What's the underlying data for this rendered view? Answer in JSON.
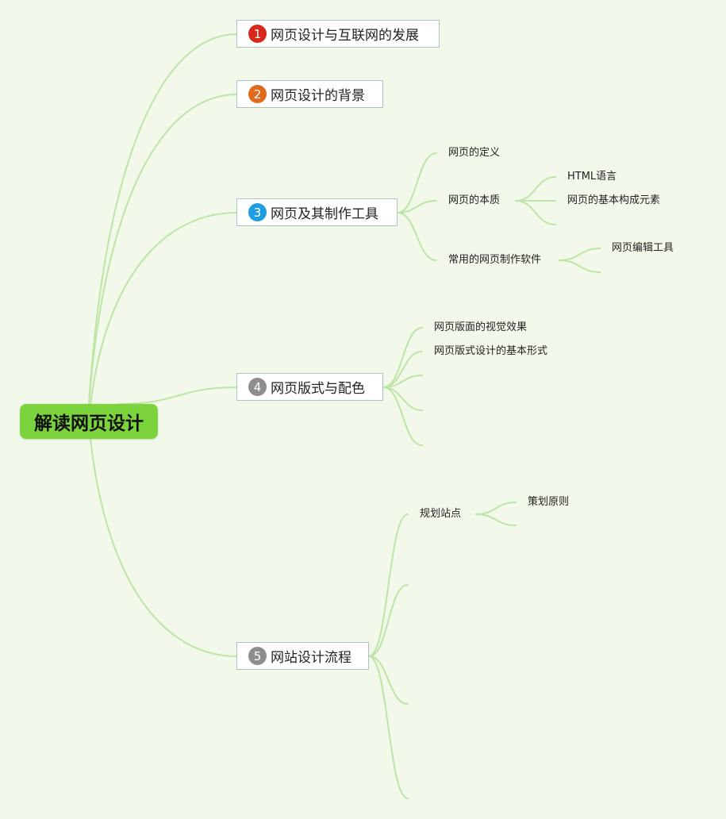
{
  "root": {
    "label": "解读网页设计",
    "color": "#7bd43c"
  },
  "branch_color": "#bde5a6",
  "topics": [
    {
      "num": "1",
      "label": "网页设计与互联网的发展",
      "badge_color": "#d8281b"
    },
    {
      "num": "2",
      "label": "网页设计的背景",
      "badge_color": "#e26a1c"
    },
    {
      "num": "3",
      "label": "网页及其制作工具",
      "badge_color": "#1f9de2"
    },
    {
      "num": "4",
      "label": "网页版式与配色",
      "badge_color": "#8e8e8e"
    },
    {
      "num": "5",
      "label": "网站设计流程",
      "badge_color": "#8e8e8e"
    }
  ],
  "topic3_children": {
    "definition": "网页的定义",
    "essence": "网页的本质",
    "essence_children": [
      "HTML语言",
      "网页的基本构成元素"
    ],
    "software": "常用的网页制作软件",
    "software_children": [
      "网页编辑工具"
    ]
  },
  "topic4_children": [
    "网页版面的视觉效果",
    "网页版式设计的基本形式"
  ],
  "topic5_children": {
    "plan": "规划站点",
    "plan_children": [
      "策划原则"
    ]
  }
}
